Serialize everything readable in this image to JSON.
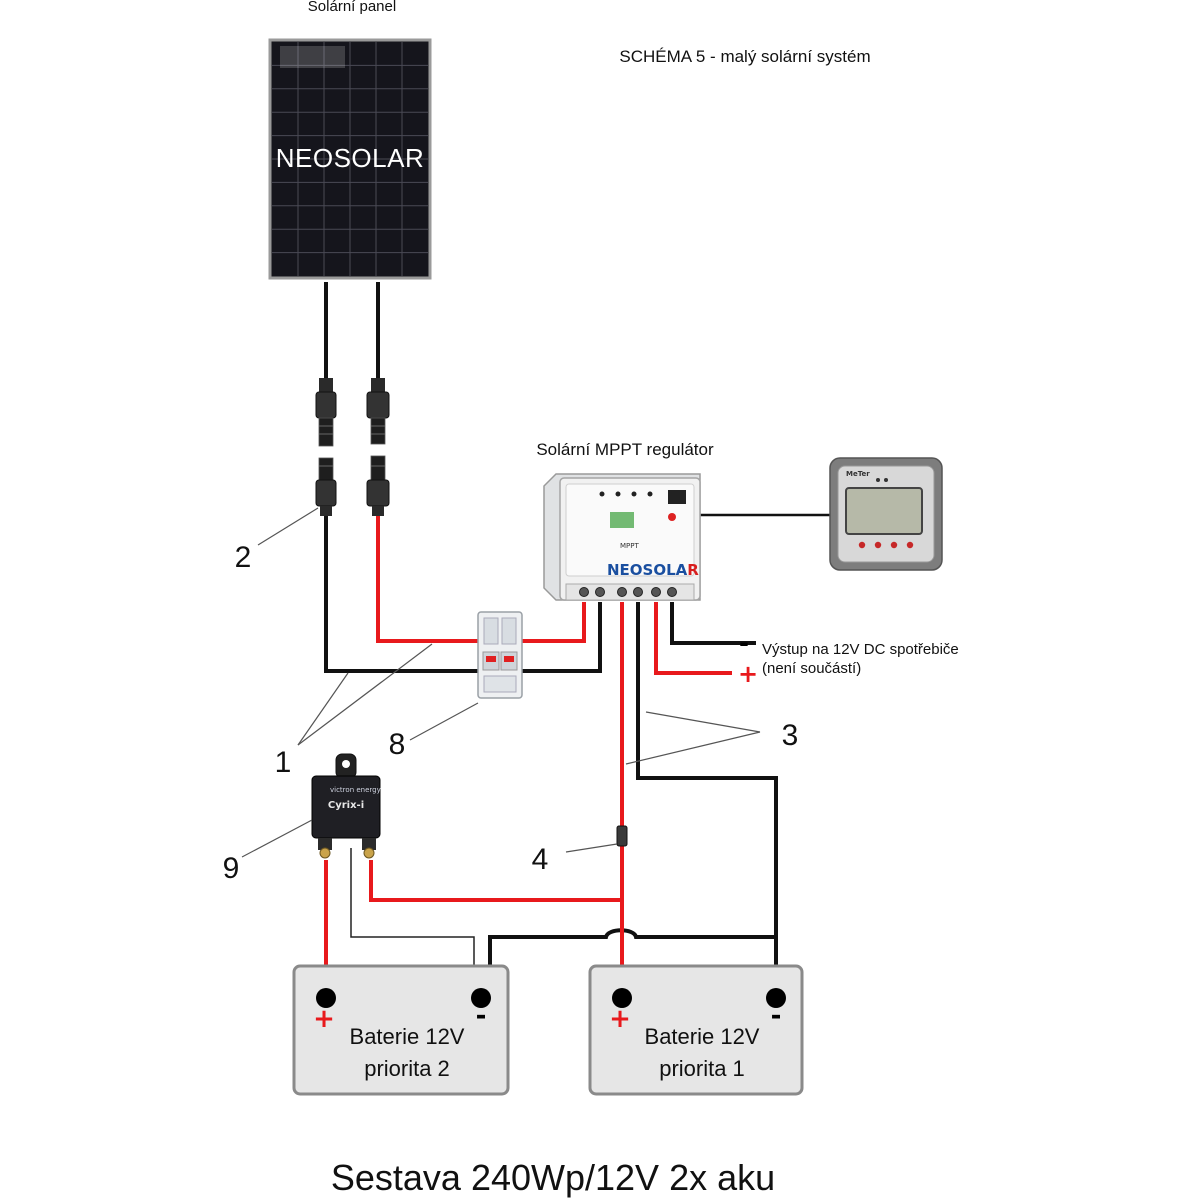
{
  "labels": {
    "panel_title": "Solární panel",
    "schema_title": "SCHÉMA 5 - malý solární systém",
    "panel_brand": "NEOSOLAR",
    "controller_title": "Solární MPPT regulátor",
    "controller_brand_main": "NEOSOLA",
    "controller_brand_accent": "R",
    "meter_brand": "MeTer",
    "cyrix_brand": "victron energy",
    "cyrix_name": "Cyrix-i",
    "output_line1": "Výstup na 12V DC spotřebiče",
    "output_line2": "(není součástí)",
    "minus_sign": "-",
    "plus_sign": "+",
    "battery2_line1": "Baterie 12V",
    "battery2_line2": "priorita 2",
    "battery1_line1": "Baterie 12V",
    "battery1_line2": "priorita 1",
    "footer": "Sestava 240Wp/12V 2x aku"
  },
  "callouts": {
    "c1": "1",
    "c2": "2",
    "c3": "3",
    "c4": "4",
    "c8": "8",
    "c9": "9"
  },
  "colors": {
    "positive_wire": "#e8191c",
    "negative_wire": "#111111",
    "battery_fill": "#e6e6e6",
    "battery_stroke": "#8a8a8a",
    "panel_fill": "#15151c",
    "controller_body": "#f1f1f1",
    "brand_blue": "#1a4fa0"
  }
}
